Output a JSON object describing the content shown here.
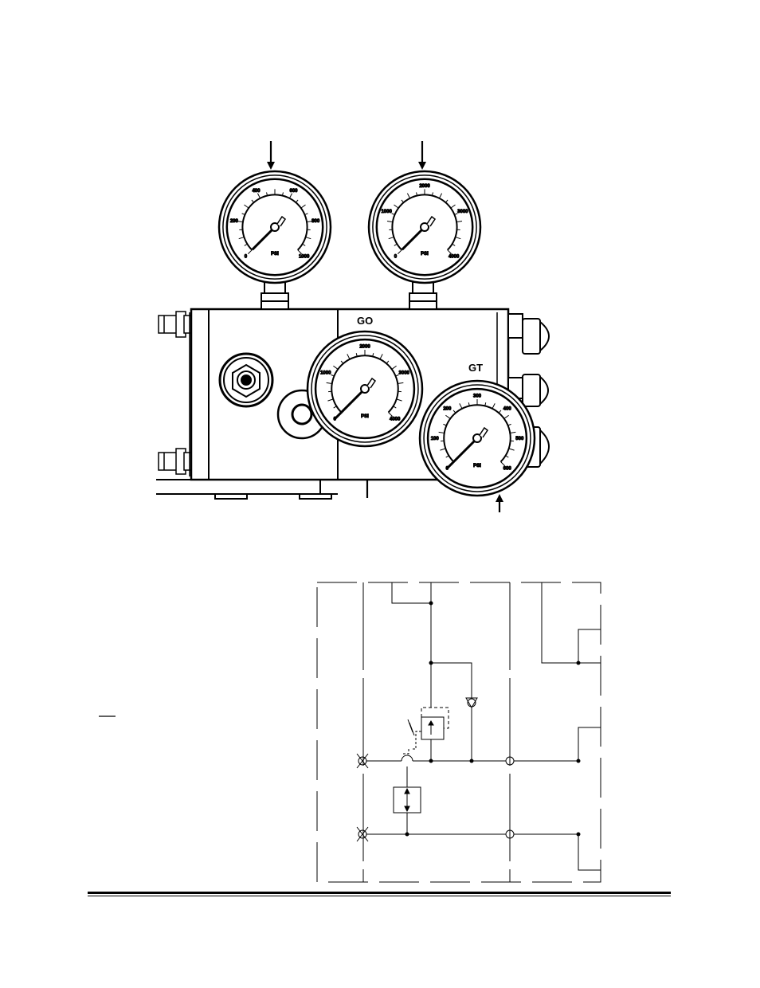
{
  "manifold": {
    "port_labels": {
      "go": "GO",
      "gt": "GT"
    },
    "gauges": [
      {
        "id": "top-left",
        "scale": [
          "0",
          "200",
          "400",
          "600",
          "800",
          "1000"
        ],
        "unit": "PSI"
      },
      {
        "id": "top-right",
        "scale": [
          "0",
          "1000",
          "2000",
          "3000",
          "4000"
        ],
        "unit": "PSI"
      },
      {
        "id": "go",
        "scale": [
          "0",
          "1000",
          "2000",
          "3000",
          "4000"
        ],
        "unit": "PSI"
      },
      {
        "id": "gt",
        "scale": [
          "0",
          "100",
          "200",
          "300",
          "400",
          "500",
          "600"
        ],
        "unit": "PSI"
      }
    ]
  }
}
